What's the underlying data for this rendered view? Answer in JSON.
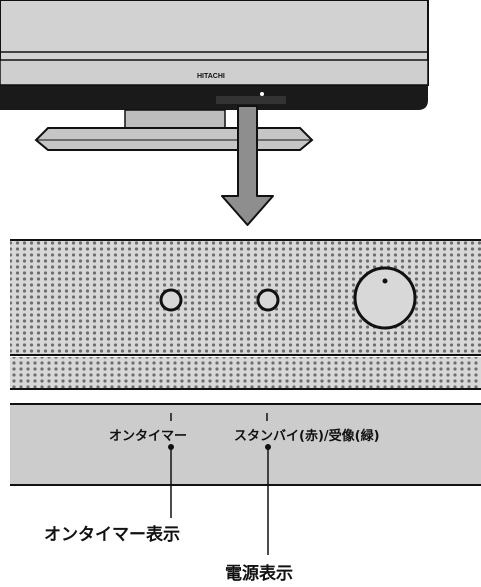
{
  "tv": {
    "brand": "HITACHI"
  },
  "panel": {
    "on_timer_label": "オンタイマー",
    "standby_label": "スタンバイ(赤)/受像(緑)"
  },
  "callouts": {
    "on_timer_indicator": "オンタイマー表示",
    "power_indicator": "電源表示"
  },
  "colors": {
    "panel_gray": "#c8c8c8",
    "frame_gray": "#d0d0d0",
    "bezel_dark": "#1a1a1a",
    "arrow_gray": "#8e8e8e"
  }
}
